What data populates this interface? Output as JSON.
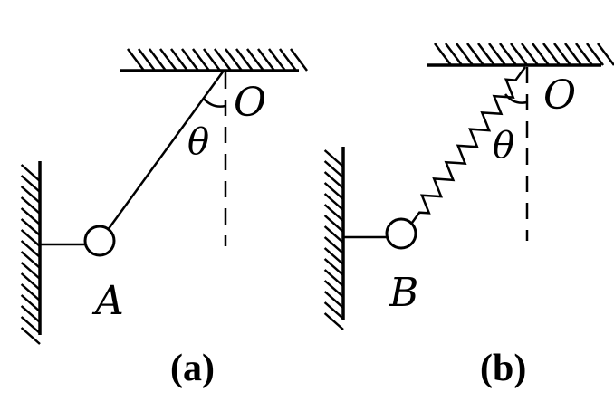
{
  "figure_a": {
    "pivot_label": "O",
    "angle_label": "θ",
    "ball_label": "A",
    "caption": "(a)"
  },
  "figure_b": {
    "pivot_label": "O",
    "angle_label": "θ",
    "ball_label": "B",
    "caption": "(b)"
  },
  "colors": {
    "ink": "#000000",
    "background": "#ffffff"
  }
}
